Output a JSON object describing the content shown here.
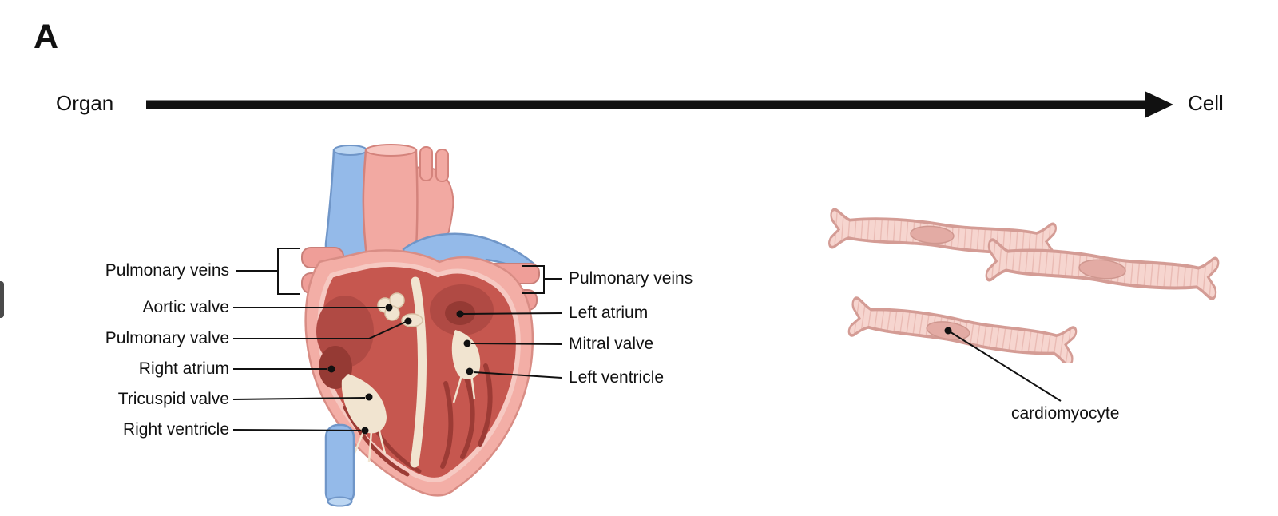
{
  "panel": {
    "label": "A"
  },
  "continuum": {
    "start": "Organ",
    "end": "Cell"
  },
  "heart_labels": {
    "left": [
      "Pulmonary veins",
      "Aortic valve",
      "Pulmonary valve",
      "Right atrium",
      "Tricuspid valve",
      "Right ventricle"
    ],
    "right": [
      "Pulmonary veins",
      "Left atrium",
      "Mitral valve",
      "Left ventricle"
    ]
  },
  "cell_label": "cardiomyocyte",
  "colors": {
    "heart_pink": "#f3aea6",
    "chamber_red": "#c6574f",
    "vessel_blue": "#94bae9",
    "valve_cream": "#f1e4d0",
    "cell_pink": "#f6d5cf",
    "annotation_black": "#111111"
  }
}
